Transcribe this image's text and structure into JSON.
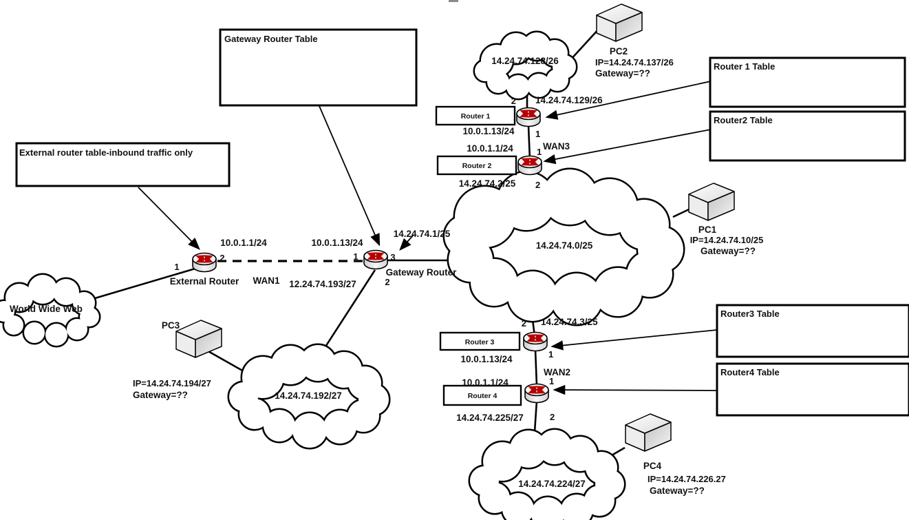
{
  "tables": {
    "gateway": "Gateway Router Table",
    "external": "External router table-inbound traffic only",
    "router1": "Router 1 Table",
    "router2": "Router2 Table",
    "router3": "Router3 Table",
    "router4": "Router4 Table"
  },
  "clouds": {
    "www": "World Wide Web",
    "net128": "14.24.74.128/26",
    "net0": "14.24.74.0/25",
    "net192": "14.24.74.192/27",
    "net224": "14.24.74.224/27"
  },
  "routers": {
    "router1": {
      "name": "Router 1",
      "iface": "10.0.1.13/24",
      "port_top": "2",
      "port_bottom": "1"
    },
    "router2": {
      "name": "Router 2",
      "iface_top": "10.0.1.1/24",
      "iface_bottom": "14.24.74.2/25",
      "port_top": "1",
      "port_bottom": "2"
    },
    "router3": {
      "name": "Router 3",
      "iface": "10.0.1.13/24",
      "port_top": "2",
      "port_bottom": "1"
    },
    "router4": {
      "name": "Router 4",
      "iface_top": "10.0.1.1/24",
      "iface_bottom": "14.24.74.225/27",
      "port_top": "1",
      "port_bottom": "2"
    },
    "external": {
      "name": "External Router",
      "iface": "10.0.1.1/24",
      "port_left": "1",
      "port_right": "2"
    },
    "gateway": {
      "name": "Gateway Router",
      "iface_left": "10.0.1.13/24",
      "iface_right": "14.24.74.1/25",
      "port_left": "1",
      "port_right": "3",
      "port_bottom": "2"
    }
  },
  "pcs": {
    "pc1": {
      "name": "PC1",
      "ip": "IP=14.24.74.10/25",
      "gateway": "Gateway=??"
    },
    "pc2": {
      "name": "PC2",
      "ip": "IP=14.24.74.137/26",
      "gateway": "Gateway=??"
    },
    "pc3": {
      "name": "PC3",
      "ip": "IP=14.24.74.194/27",
      "gateway": "Gateway=??"
    },
    "pc4": {
      "name": "PC4",
      "ip": "IP=14.24.74.226.27",
      "gateway": "Gateway=??"
    }
  },
  "links": {
    "wan1": "WAN1",
    "wan1_subnet": "12.24.74.193/27",
    "wan2": "WAN2",
    "wan3": "WAN3",
    "r1_uplink": "14.24.74.129/26",
    "r3_uplink": "14.24.74.3/25"
  }
}
